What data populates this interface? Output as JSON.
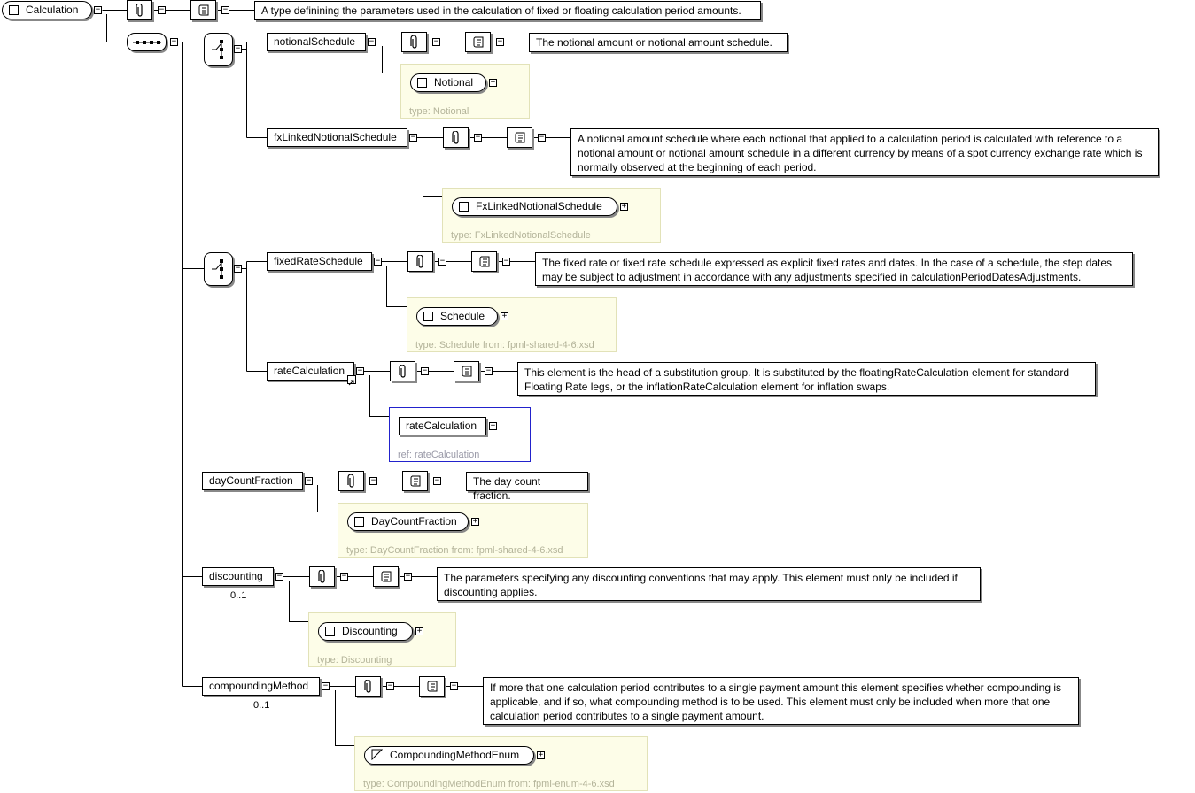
{
  "root": {
    "name": "Calculation",
    "documentation": "A type definining the parameters used in the calculation of fixed or floating calculation period amounts."
  },
  "elements": {
    "notionalSchedule": {
      "name": "notionalSchedule",
      "documentation": "The notional amount or notional amount schedule.",
      "type_name": "Notional",
      "type_label": "type: Notional"
    },
    "fxLinkedNotionalSchedule": {
      "name": "fxLinkedNotionalSchedule",
      "documentation": "A notional amount schedule where each notional that applied to a calculation period is calculated with reference to a notional amount or notional amount schedule in a different currency by means of a spot currency exchange rate which is normally observed at the beginning of each period.",
      "type_name": "FxLinkedNotionalSchedule",
      "type_label": "type: FxLinkedNotionalSchedule"
    },
    "fixedRateSchedule": {
      "name": "fixedRateSchedule",
      "documentation": "The fixed rate or fixed rate schedule expressed as explicit fixed rates and dates. In the case of a schedule, the step dates may be subject to adjustment in accordance with any adjustments specified in calculationPeriodDatesAdjustments.",
      "type_name": "Schedule",
      "type_label": "type: Schedule from: fpml-shared-4-6.xsd"
    },
    "rateCalculation": {
      "name": "rateCalculation",
      "documentation": "This element is the head of a substitution group. It is substituted by the floatingRateCalculation element for standard Floating Rate legs, or the inflationRateCalculation element for inflation swaps.",
      "type_name": "rateCalculation",
      "type_label": "ref: rateCalculation"
    },
    "dayCountFraction": {
      "name": "dayCountFraction",
      "documentation": "The day count fraction.",
      "type_name": "DayCountFraction",
      "type_label": "type: DayCountFraction from: fpml-shared-4-6.xsd"
    },
    "discounting": {
      "name": "discounting",
      "cardinality": "0..1",
      "documentation": "The parameters specifying any discounting conventions that may apply. This element must only be included if discounting applies.",
      "type_name": "Discounting",
      "type_label": "type: Discounting"
    },
    "compoundingMethod": {
      "name": "compoundingMethod",
      "cardinality": "0..1",
      "documentation": "If more that one calculation period contributes to a single payment amount this element specifies whether compounding is applicable, and if so, what compounding method is to be used. This element must only be included when more that one calculation period contributes to a single payment amount.",
      "type_name": "CompoundingMethodEnum",
      "type_label": "type: CompoundingMethodEnum from: fpml-enum-4-6.xsd"
    }
  },
  "expand_glyphs": {
    "minus": "−",
    "plus": "+"
  },
  "icons": {
    "attachment": "paperclip-icon",
    "documentation": "scroll-icon",
    "sequence": "sequence-compositor-icon",
    "choice": "choice-compositor-icon",
    "simple_type": "simple-type-triangle-icon",
    "reference": "reference-arrow-icon"
  },
  "colors": {
    "line": "#000000",
    "type_box_bg": "#fdfde8",
    "type_box_border": "#e2e2b8",
    "type_label": "#b4b49a",
    "ref_border": "#2222cc",
    "shadow": "#888888"
  }
}
